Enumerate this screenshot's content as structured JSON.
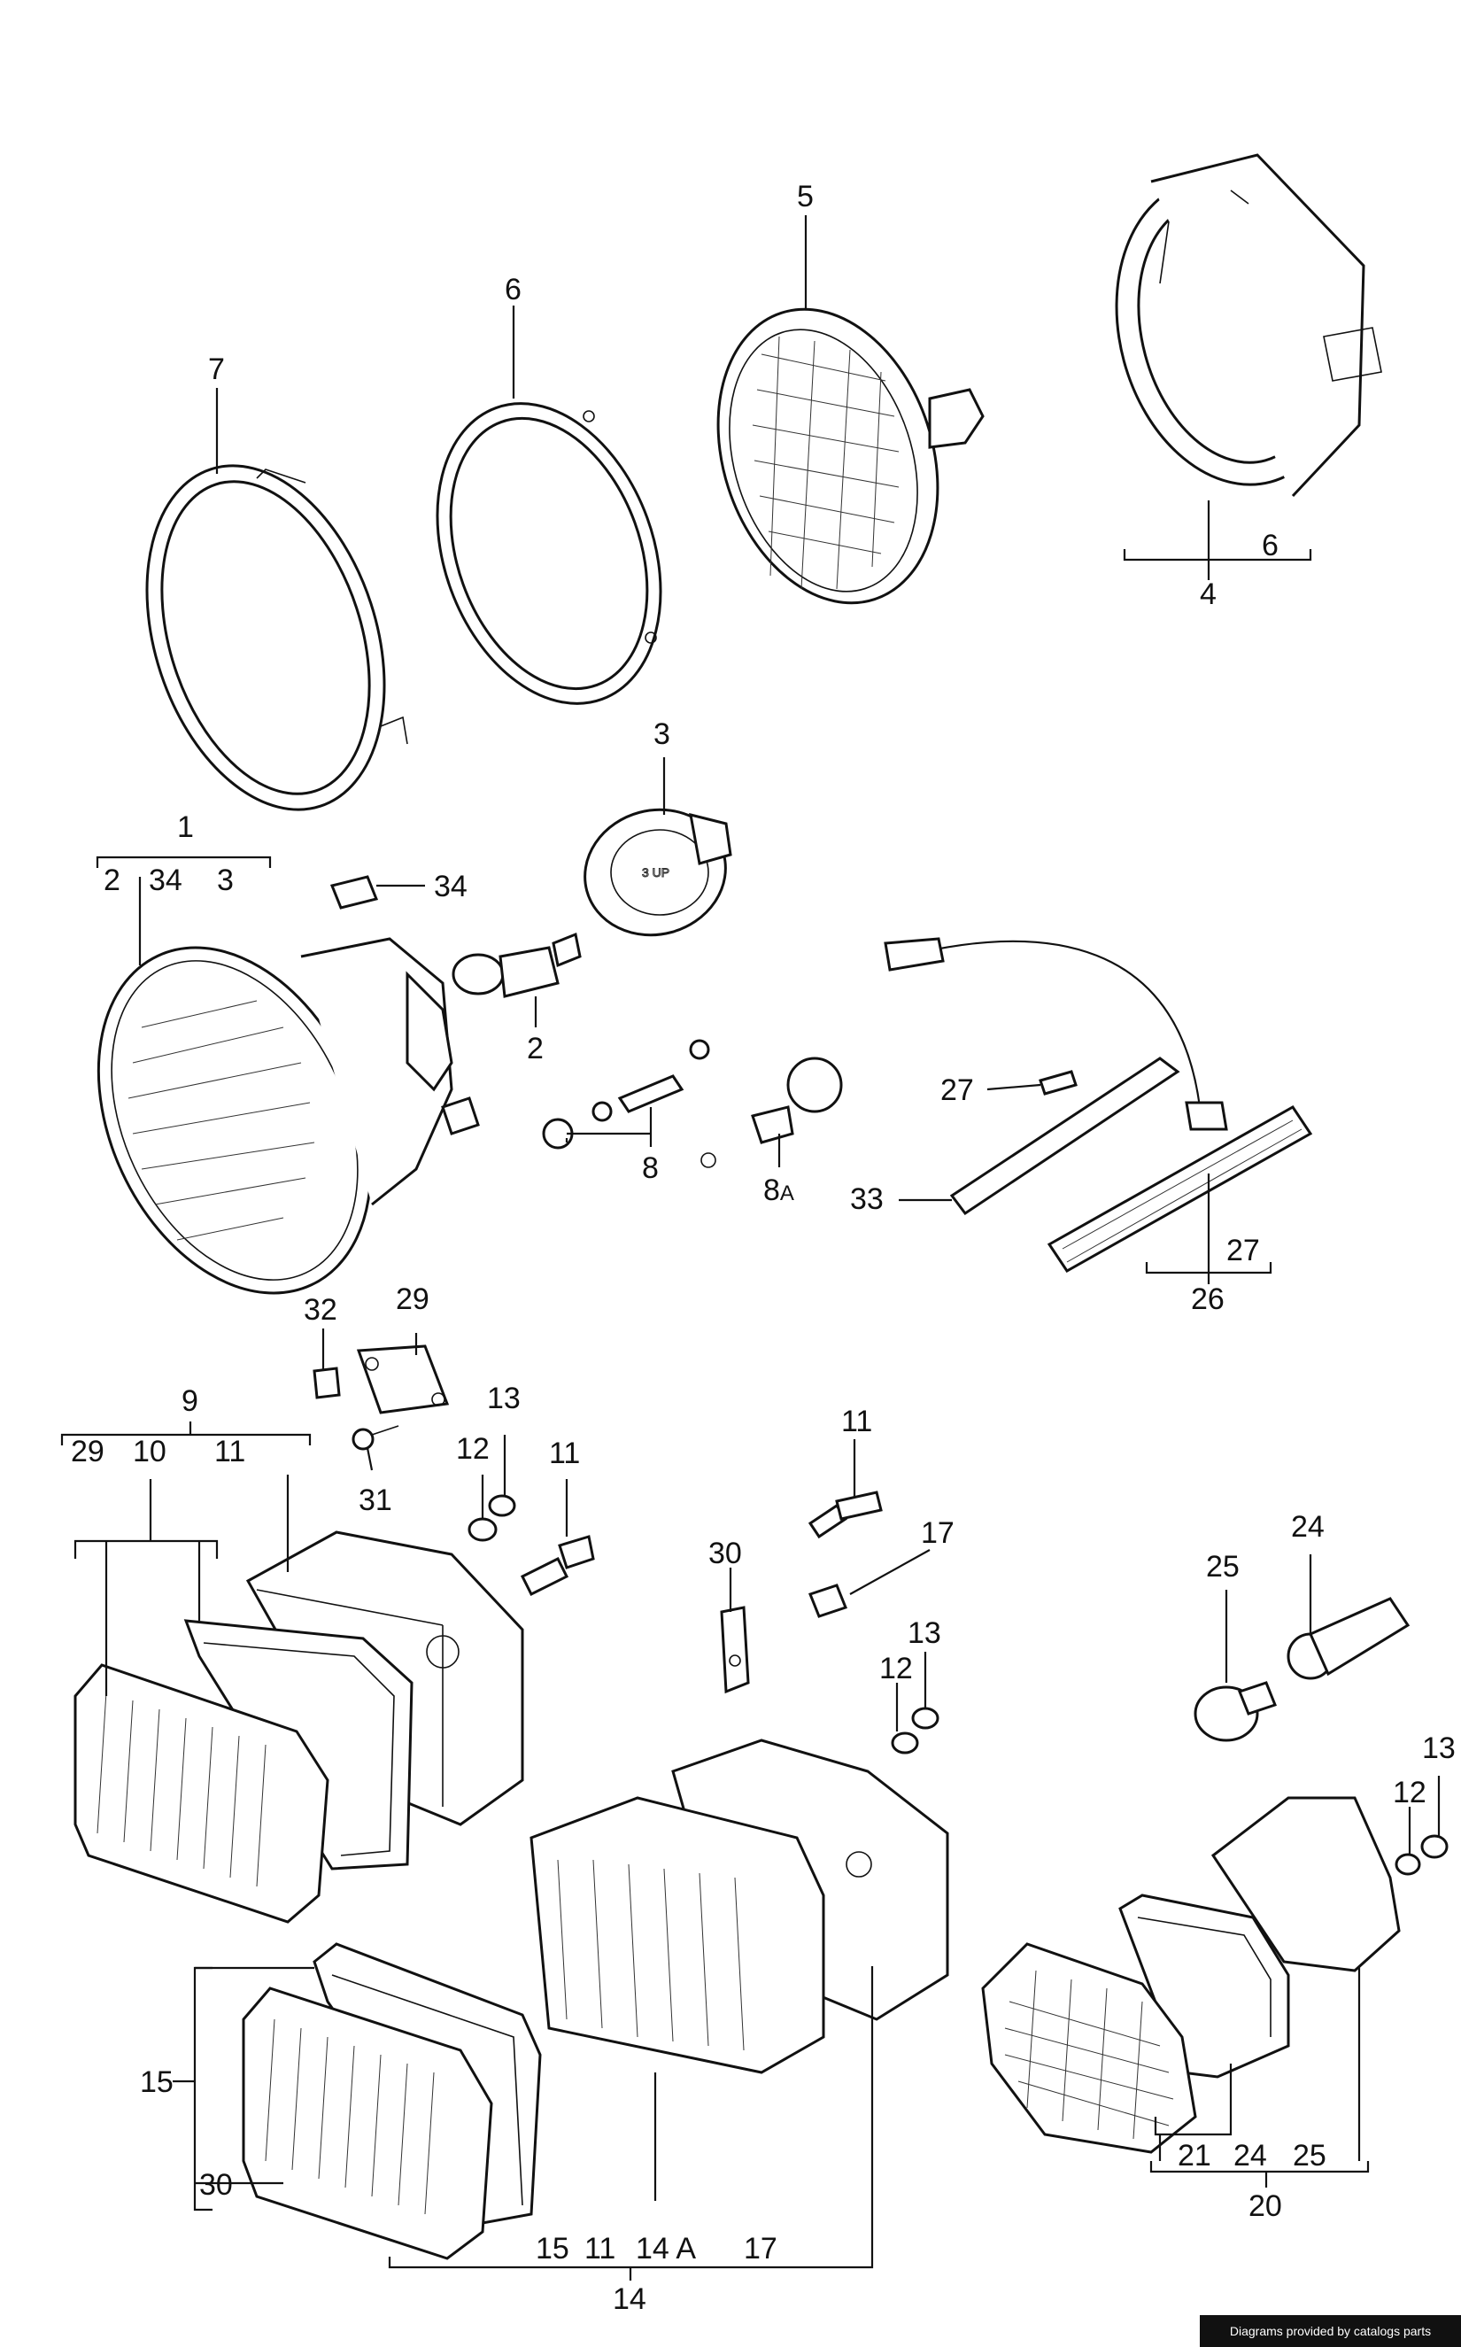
{
  "labels": {
    "l1": "1",
    "l2": "2",
    "l34": "34",
    "l3": "3",
    "l34b": "34",
    "l3b": "3",
    "l2b": "2",
    "l4": "4",
    "l5": "5",
    "l6": "6",
    "l6b": "6",
    "l7": "7",
    "l8": "8",
    "l8a": "8",
    "l8a_sub": "A",
    "l9": "9",
    "l29a": "29",
    "l10": "10",
    "l11a": "11",
    "l29b": "29",
    "l32": "32",
    "l31": "31",
    "l12a": "12",
    "l13a": "13",
    "l11b": "11",
    "l11c": "11",
    "l17a": "17",
    "l30a": "30",
    "l12b": "12",
    "l13b": "13",
    "l24a": "24",
    "l25a": "25",
    "l13c": "13",
    "l12c": "12",
    "l27a": "27",
    "l33": "33",
    "l27b": "27",
    "l26": "26",
    "l15a": "15",
    "l30b": "30",
    "l15b": "15",
    "l11d": "11",
    "l14a": "14 A",
    "l17b": "17",
    "l14": "14",
    "l21": "21",
    "l24b": "24",
    "l25b": "25",
    "l20": "20"
  },
  "credit": "Diagrams provided by catalogs parts"
}
